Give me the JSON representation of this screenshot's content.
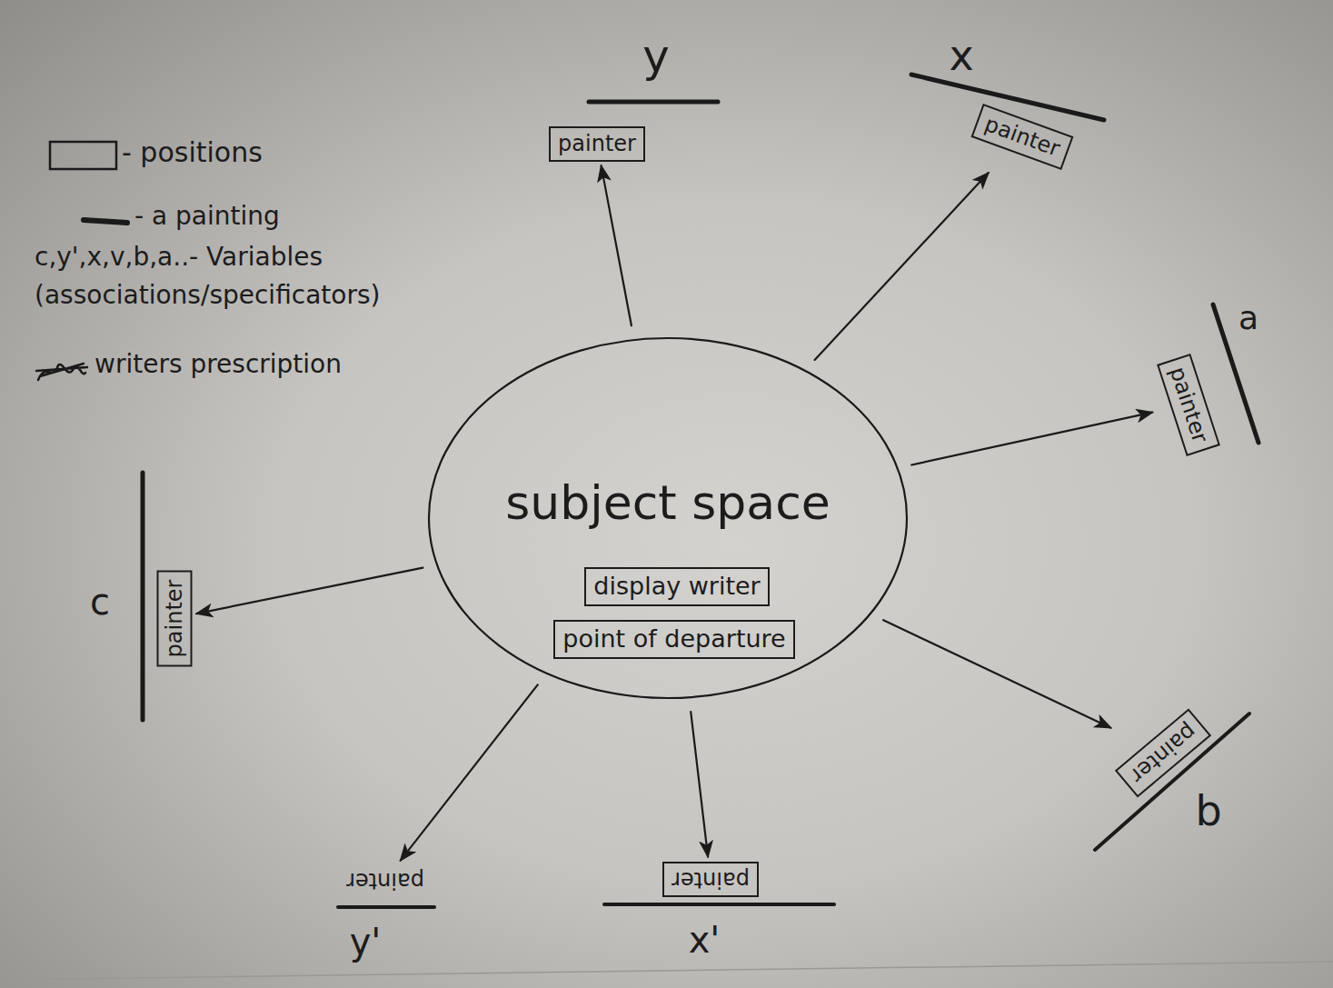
{
  "diagram": {
    "nodes": [
      {
        "text": [
          "subject space"
        ]
      },
      {
        "text": [
          "display writer"
        ],
        "in": 0
      },
      {
        "text": [
          "point of departure"
        ],
        "in": 0
      },
      {
        "text": [
          "painter"
        ]
      },
      {
        "text": [
          "painter"
        ]
      },
      {
        "text": [
          "painter"
        ]
      },
      {
        "text": [
          "painter"
        ]
      },
      {
        "text": [
          "painter"
        ]
      },
      {
        "text": [
          "painter"
        ]
      },
      {
        "text": [
          "painter"
        ]
      }
    ],
    "edges": [
      {
        "from": 0,
        "to": 3,
        "arrow": "to"
      },
      {
        "from": 0,
        "to": 4,
        "arrow": "to"
      },
      {
        "from": 0,
        "to": 5,
        "arrow": "to"
      },
      {
        "from": 0,
        "to": 6,
        "arrow": "to"
      },
      {
        "from": 0,
        "to": 7,
        "arrow": "to"
      },
      {
        "from": 0,
        "to": 8,
        "arrow": "to"
      },
      {
        "from": 0,
        "to": 9,
        "arrow": "to"
      }
    ],
    "labels": [
      "y",
      "x",
      "a",
      "c",
      "b",
      "y'",
      "x'",
      "c,y',x,v,b,a..- Variables (associations/specificators)",
      "writers prescription"
    ],
    "legend": [
      {
        "text": "- positions"
      },
      {
        "text": "- a painting"
      }
    ]
  }
}
